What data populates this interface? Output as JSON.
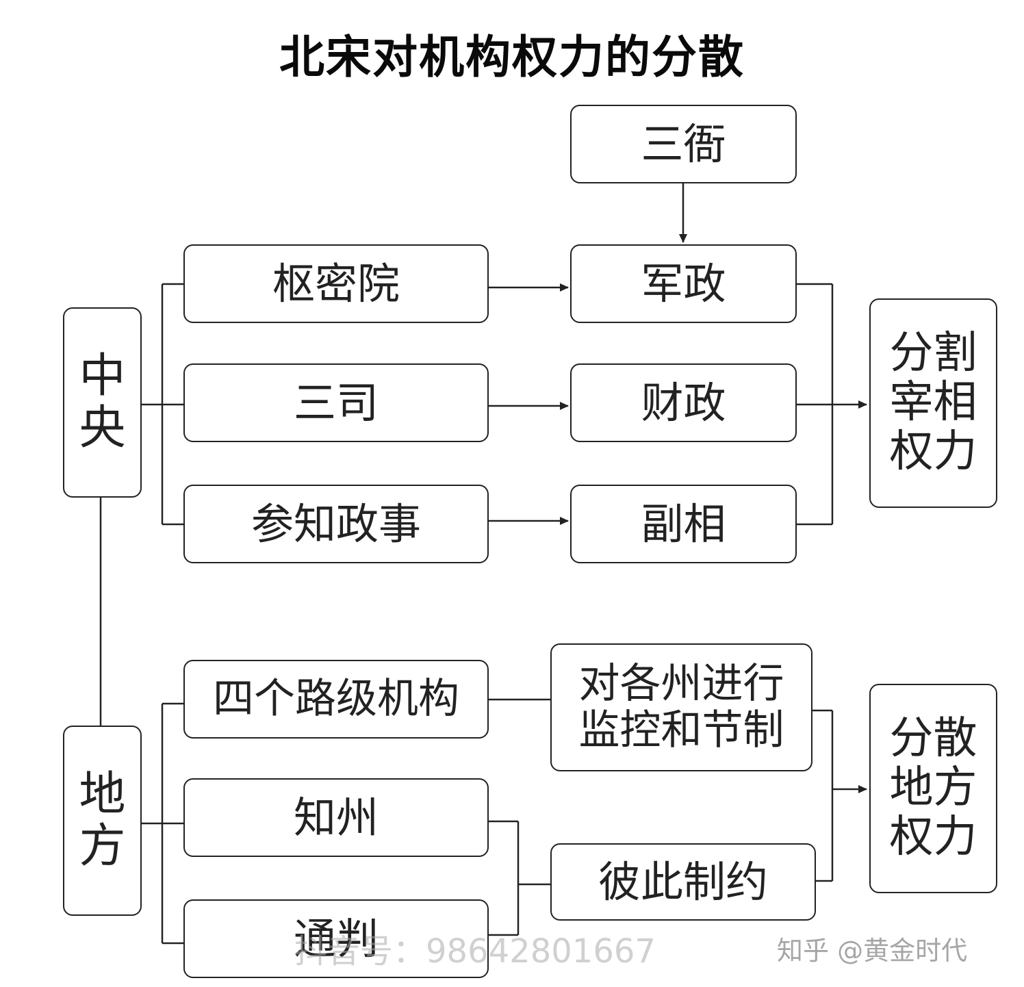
{
  "title": "北宋对机构权力的分散",
  "central": {
    "label_chars": [
      "中",
      "央"
    ],
    "orgs": [
      "枢密院",
      "三司",
      "参知政事"
    ],
    "powers": [
      "三衙",
      "军政",
      "财政",
      "副相"
    ],
    "result_lines": [
      "分割",
      "宰相",
      "权力"
    ]
  },
  "local": {
    "label_chars": [
      "地",
      "方"
    ],
    "orgs": [
      "四个路级机构",
      "知州",
      "通判"
    ],
    "functions": {
      "supervise_lines": [
        "对各州进行",
        "监控和节制"
      ],
      "mutual": "彼此制约"
    },
    "result_lines": [
      "分散",
      "地方",
      "权力"
    ]
  },
  "watermarks": {
    "douyin": "抖音号：98642801667",
    "zhihu": "知乎 @黄金时代"
  }
}
